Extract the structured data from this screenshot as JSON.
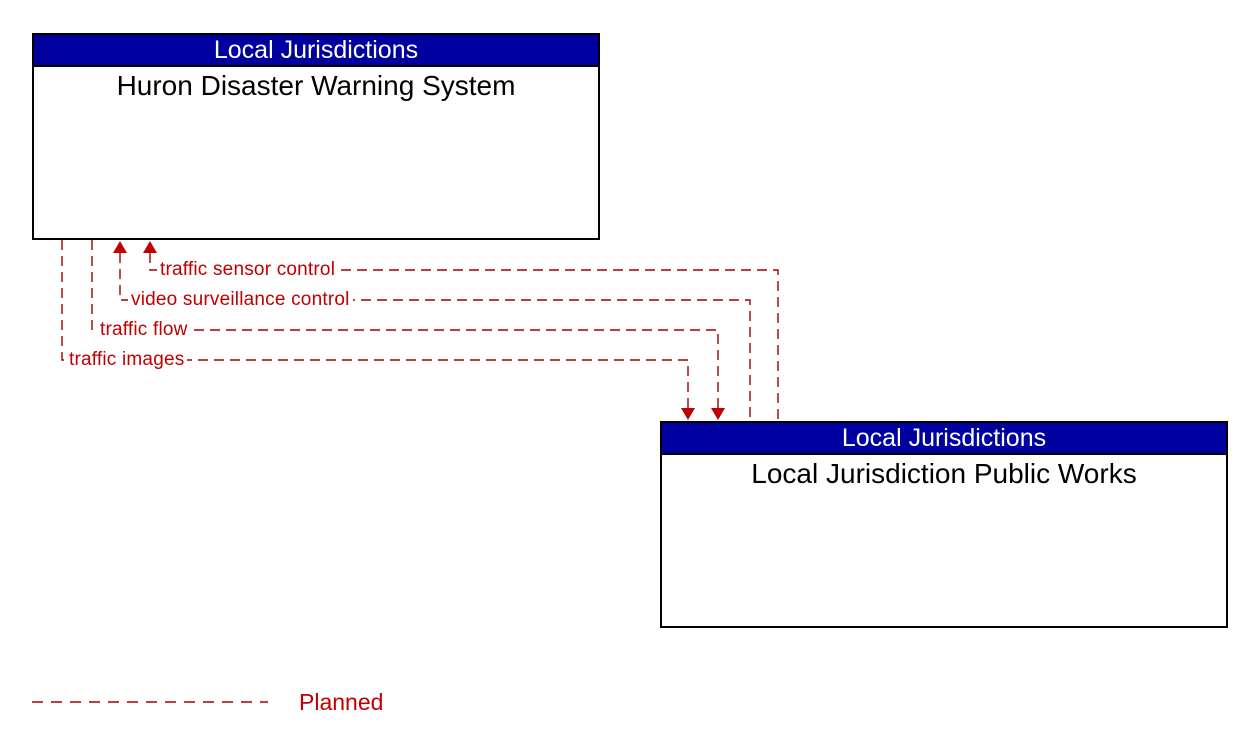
{
  "diagram": {
    "entities": [
      {
        "header": "Local Jurisdictions",
        "name": "Huron Disaster Warning System"
      },
      {
        "header": "Local Jurisdictions",
        "name": "Local Jurisdiction Public Works"
      }
    ],
    "flows": [
      {
        "label": "traffic sensor control",
        "from": "Local Jurisdiction Public Works",
        "to": "Huron Disaster Warning System",
        "status": "planned"
      },
      {
        "label": "video surveillance control",
        "from": "Local Jurisdiction Public Works",
        "to": "Huron Disaster Warning System",
        "status": "planned"
      },
      {
        "label": "traffic flow",
        "from": "Huron Disaster Warning System",
        "to": "Local Jurisdiction Public Works",
        "status": "planned"
      },
      {
        "label": "traffic images",
        "from": "Huron Disaster Warning System",
        "to": "Local Jurisdiction Public Works",
        "status": "planned"
      }
    ],
    "legend": {
      "items": [
        {
          "label": "Planned",
          "line_style": "dashed"
        }
      ]
    },
    "colors": {
      "header_bg": "#0000a0",
      "header_text": "#ffffff",
      "line_red": "#a00000",
      "text_red": "#c00000",
      "box_border": "#000000",
      "background": "#ffffff"
    }
  }
}
